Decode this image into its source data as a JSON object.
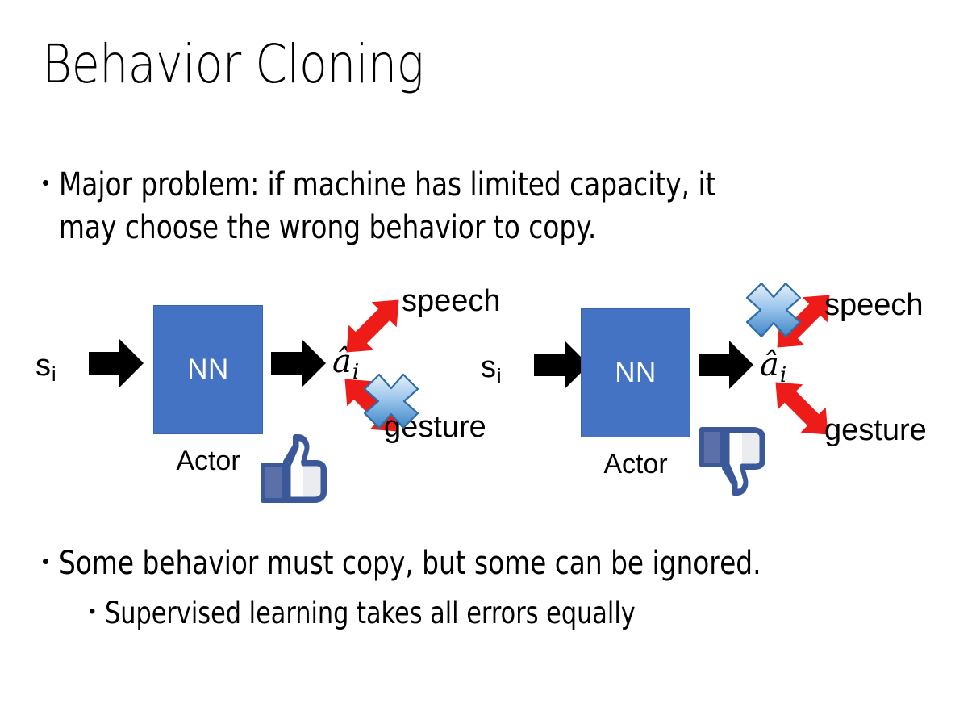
{
  "slide": {
    "title": "Behavior Cloning",
    "background_color": "#FFFFFF"
  },
  "bullets": {
    "top": {
      "marker": "•",
      "text": "Major problem: if machine has limited capacity, it\nmay choose the wrong behavior to copy."
    },
    "bottom_primary": {
      "marker": "•",
      "text": "Some behavior must copy, but some can be ignored."
    },
    "bottom_secondary": {
      "marker": "•",
      "text": "Supervised learning takes all errors equally"
    }
  },
  "colors": {
    "nn_box_fill": "#4573C4",
    "nn_box_border": "#3A63AC",
    "nn_text": "#FFFFFF",
    "red_arrow": "#EE1C19",
    "x_mark_light": "#DCEAF8",
    "x_mark_dark": "#4A90D0",
    "x_mark_outline": "#2E6DA8",
    "thumb_outline": "#3B5998",
    "thumb_fill": "#FFFFFF",
    "thumb_cuff": "#5B6FA8",
    "block_arrow": "#000000",
    "text": "#000000"
  },
  "diagrams": [
    {
      "id": "left",
      "state_label": "s",
      "state_subscript": "i",
      "nn_label": "NN",
      "actor_label": "Actor",
      "action_label": "â",
      "action_subscript": "i",
      "branches": [
        {
          "name": "speech",
          "label": "speech",
          "direction": "up",
          "crossed_out": false
        },
        {
          "name": "gesture",
          "label": "gesture",
          "direction": "down",
          "crossed_out": true
        }
      ],
      "feedback_icon": "thumbs-up-icon",
      "feedback": "positive"
    },
    {
      "id": "right",
      "state_label": "s",
      "state_subscript": "i",
      "nn_label": "NN",
      "actor_label": "Actor",
      "action_label": "â",
      "action_subscript": "i",
      "branches": [
        {
          "name": "speech",
          "label": "speech",
          "direction": "up",
          "crossed_out": true
        },
        {
          "name": "gesture",
          "label": "gesture",
          "direction": "down",
          "crossed_out": false
        }
      ],
      "feedback_icon": "thumbs-down-icon",
      "feedback": "negative"
    }
  ]
}
